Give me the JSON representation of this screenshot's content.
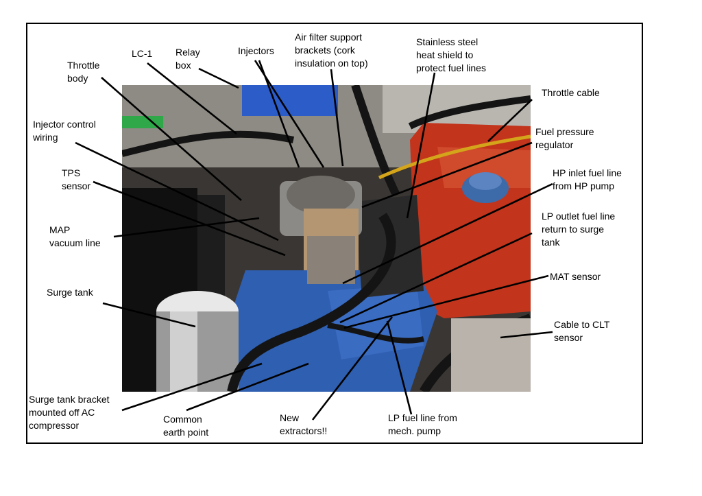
{
  "colors": {
    "frame": "#000000",
    "engine_rocker_cover": "#c2341c",
    "manifold_blue": "#2f5fb0",
    "relay_box_blue": "#2c5cc8",
    "chrome": "#d8d8d8",
    "hose_black": "#141414",
    "yellow_cable": "#d4a51a"
  },
  "labels": {
    "throttle_body": "Throttle\nbody",
    "lc1": "LC-1",
    "relay_box": "Relay\nbox",
    "injectors": "Injectors",
    "air_filter": "Air filter support\nbrackets (cork\ninsulation on top)",
    "heat_shield": "Stainless steel\nheat shield to\nprotect fuel lines",
    "throttle_cable": "Throttle cable",
    "fuel_pressure_regulator": "Fuel pressure\nregulator",
    "injector_wiring": "Injector control\nwiring",
    "tps_sensor": "TPS\nsensor",
    "hp_inlet": "HP inlet fuel line\nfrom HP pump",
    "map_vacuum": "MAP\nvacuum line",
    "lp_outlet": "LP outlet fuel line\nreturn to surge\ntank",
    "mat_sensor": "MAT sensor",
    "surge_tank": "Surge tank",
    "cable_clt": "Cable to CLT\nsensor",
    "surge_bracket": "Surge tank bracket\nmounted off AC\ncompressor",
    "common_earth": "Common\nearth point",
    "new_extractors": "New\nextractors!!",
    "lp_fuel_line": "LP fuel line from\nmech. pump"
  }
}
